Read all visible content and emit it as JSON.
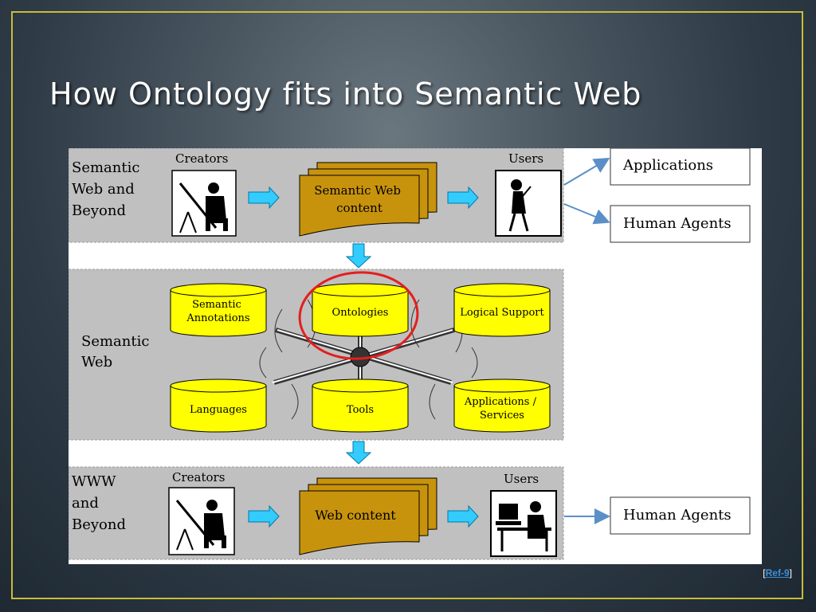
{
  "slide": {
    "title": "How Ontology fits into Semantic Web",
    "reference": {
      "open_bracket": "[",
      "link_text": "Ref-9",
      "close_bracket": "]"
    }
  },
  "diagram": {
    "top_layer": {
      "label_lines": [
        "Semantic",
        "Web and",
        "Beyond"
      ],
      "creators_label": "Creators",
      "content_lines": [
        "Semantic Web",
        "content"
      ],
      "users_label": "Users",
      "outputs": [
        "Applications",
        "Human Agents"
      ]
    },
    "middle_layer": {
      "label_lines": [
        "Semantic",
        "Web"
      ],
      "components": [
        {
          "lines": [
            "Semantic",
            "Annotations"
          ]
        },
        {
          "lines": [
            "Ontologies"
          ]
        },
        {
          "lines": [
            "Logical Support"
          ]
        },
        {
          "lines": [
            "Languages"
          ]
        },
        {
          "lines": [
            "Tools"
          ]
        },
        {
          "lines": [
            "Applications /",
            "Services"
          ]
        }
      ],
      "highlighted": "Ontologies"
    },
    "bottom_layer": {
      "label_lines": [
        "WWW",
        "and",
        "Beyond"
      ],
      "creators_label": "Creators",
      "content_lines": [
        "Web content"
      ],
      "users_label": "Users",
      "outputs": [
        "Human Agents"
      ]
    },
    "colors": {
      "band": "#c0c0c0",
      "cylinder": "#ffff00",
      "document": "#c8930c",
      "arrow": "#33ccff",
      "highlight": "#e41e1e",
      "connector": "#5b8fc7"
    }
  }
}
